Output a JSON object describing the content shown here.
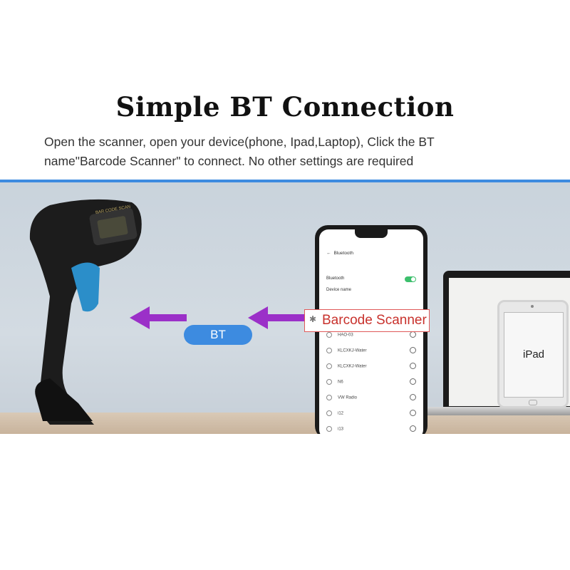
{
  "heading": {
    "title": "Simple BT Connection",
    "description_line1": "Open the scanner, open your device(phone, Ipad,Laptop), Click the BT",
    "description_line2": "name\"Barcode Scanner\" to connect. No other settings are required"
  },
  "scene": {
    "bt_pill_label": "BT",
    "device_label": "Barcode Scanner",
    "ipad_label": "iPad",
    "scanner_brand": "BAR CODE SCAN",
    "arrow_color": "#9b30c8",
    "accent_color": "#3d8be0"
  },
  "phone": {
    "screen_title": "Bluetooth",
    "bluetooth_label": "Bluetooth",
    "bluetooth_on": true,
    "device_name_label": "Device name",
    "devices": [
      "HAO-03",
      "KLCXKJ-Water",
      "KLCXKJ-Water",
      "N6",
      "VW Radio",
      "i12",
      "i13"
    ]
  }
}
